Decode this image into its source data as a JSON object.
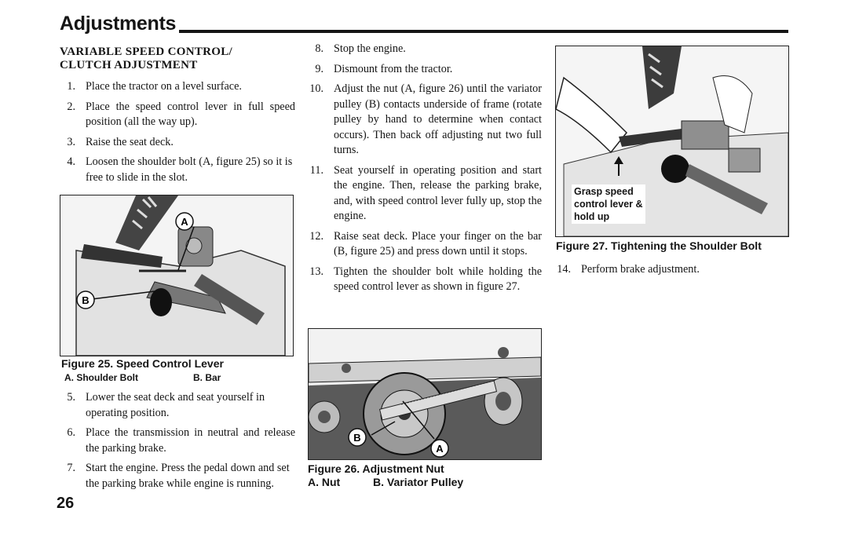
{
  "header": {
    "title": "Adjustments"
  },
  "section": {
    "title_line1": "VARIABLE SPEED CONTROL/",
    "title_line2": "CLUTCH ADJUSTMENT"
  },
  "steps": [
    {
      "num": "1.",
      "text": "Place the tractor on a level surface."
    },
    {
      "num": "2.",
      "text": "Place the speed control lever in full speed position (all the way up)."
    },
    {
      "num": "3.",
      "text": "Raise the seat deck."
    },
    {
      "num": "4.",
      "text": "Loosen the shoulder bolt (A, figure 25) so it is free to slide in the slot."
    },
    {
      "num": "5.",
      "text": "Lower the seat deck and seat yourself in operating position."
    },
    {
      "num": "6.",
      "text": "Place the transmission in neutral and release the parking brake."
    },
    {
      "num": "7.",
      "text": "Start the engine. Press the pedal down and set the parking brake while engine is running."
    },
    {
      "num": "8.",
      "text": "Stop the engine."
    },
    {
      "num": "9.",
      "text": "Dismount from the tractor."
    },
    {
      "num": "10.",
      "text": "Adjust the nut (A, figure 26) until the variator pulley (B) contacts underside of frame (rotate pulley by hand to determine when contact occurs). Then back off adjusting nut two full turns."
    },
    {
      "num": "11.",
      "text": "Seat yourself in operating position and start the engine. Then, release the parking brake, and, with speed control lever fully up, stop the engine."
    },
    {
      "num": "12.",
      "text": "Raise seat deck. Place your finger on the bar (B, figure 25) and press down until it stops."
    },
    {
      "num": "13.",
      "text": "Tighten the shoulder bolt while holding the speed control lever as shown in figure 27."
    },
    {
      "num": "14.",
      "text": "Perform brake adjustment."
    }
  ],
  "figures": {
    "fig25": {
      "caption": "Figure 25. Speed Control Lever",
      "legend_a": "A. Shoulder Bolt",
      "legend_b": "B. Bar",
      "label_a": "A",
      "label_b": "B"
    },
    "fig26": {
      "caption": "Figure 26. Adjustment Nut",
      "legend_a": "A. Nut",
      "legend_b": "B. Variator Pulley",
      "label_a": "A",
      "label_b": "B"
    },
    "fig27": {
      "caption": "Figure 27. Tightening the Shoulder Bolt",
      "callout_line1": "Grasp speed",
      "callout_line2": "control lever &",
      "callout_line3": "hold up"
    }
  },
  "footer": {
    "page_number": "26"
  }
}
